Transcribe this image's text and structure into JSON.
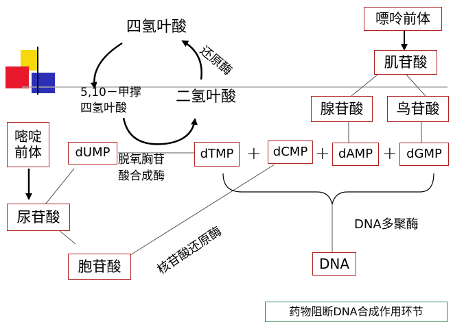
{
  "labels": {
    "thf": "四氢叶酸",
    "reductase": "还原酶",
    "methylene_thf": [
      "5,10－甲撑",
      "四氢叶酸"
    ],
    "dhf": "二氢叶酸",
    "purine_precursor": "嘌呤前体",
    "inosinic": "肌苷酸",
    "adenylic": "腺苷酸",
    "guanylic": "鸟苷酸",
    "pyrimidine_precursor": [
      "嘧啶",
      "前体"
    ],
    "dump": "dUMP",
    "thymidylate_synthase": [
      "脱氧胸苷",
      "酸合成酶"
    ],
    "dtmp": "dTMP",
    "dcmp": "dCMP",
    "damp": "dAMP",
    "dgmp": "dGMP",
    "plus": "+",
    "uridylic": "尿苷酸",
    "cytidylic": "胞苷酸",
    "ribonucleotide_reductase": "核苷酸还原酶",
    "dna_polymerase": "DNA多聚酶",
    "dna": "DNA",
    "caption": "药物阻断DNA合成作用环节"
  },
  "colors": {
    "box_border": "#b22222",
    "caption_border": "#2e8b57",
    "deco_yellow": "#f5d90a",
    "deco_red": "#e8192c",
    "deco_blue": "#2b2fb5"
  }
}
